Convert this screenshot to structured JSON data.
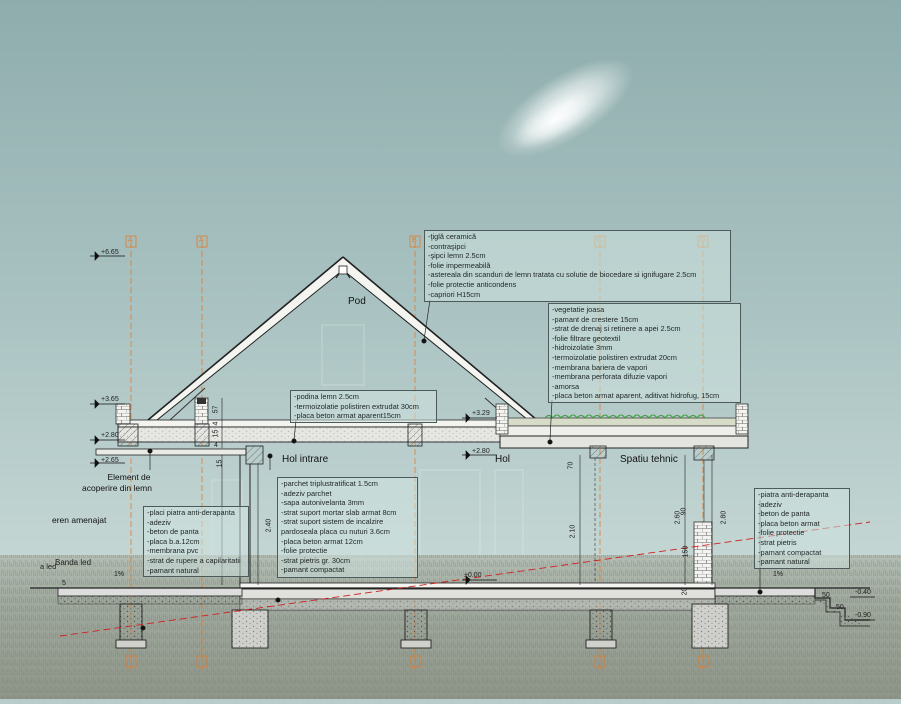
{
  "elevations": [
    "+6.65",
    "+3.65",
    "+2.80",
    "+2.65",
    "+3.29",
    "+2.80",
    "±0.00",
    "-0.40",
    "-0.90"
  ],
  "axes": [
    "A",
    "A",
    "B",
    "C",
    "D"
  ],
  "rooms": {
    "pod": "Pod",
    "hol_intrare": "Hol intrare",
    "hol": "Hol",
    "spatiu_tehnic": "Spatiu tehnic"
  },
  "labels": {
    "element_line1": "Element de",
    "element_line2": "acoperire din lemn",
    "teren": "eren amenajat",
    "banda_led": "Banda led",
    "a_led": "a led",
    "slope_left": "1%",
    "slope_right": "1%"
  },
  "dims": [
    "57",
    "15",
    "4",
    "15",
    "2.40",
    "70",
    "2.10",
    "2.60",
    "2.80",
    "50",
    "50",
    "90",
    "150",
    "20",
    "5",
    "4"
  ],
  "notes": {
    "roof": [
      "-ţiglă ceramică",
      "-contraşipci",
      "-şipci lemn 2.5cm",
      "-folie impermeabilă",
      "-astereala din scanduri de lemn tratata cu solutie de biocedare si ignifugare 2.5cm",
      "-folie protectie anticondens",
      "-capriori H15cm"
    ],
    "green_roof": [
      "-vegetatie joasa",
      "-pamant de crestere 15cm",
      "-strat de drenaj si retinere a apei 2.5cm",
      "-folie filtrare geotextil",
      "-hidroizolatie 3mm",
      "-termoizolatie polistiren extrudat 20cm",
      "-membrana bariera de vapori",
      "-membrana perforata difuzie vapori",
      "-amorsa",
      "-placa beton armat aparent, aditivat hidrofug, 15cm"
    ],
    "attic_floor": [
      "-podina lemn 2.5cm",
      "-termoizolatie polistiren extrudat 30cm",
      "-placa beton armat aparent15cm"
    ],
    "interior_floor": [
      "-parchet triplustratificat 1.5cm",
      "-adeziv parchet",
      "-sapa autonivelanta 3mm",
      "-strat suport mortar slab armat 8cm",
      "-strat suport sistem de incalzire",
      "   pardoseala placa cu nuturi 3.6cm",
      "-placa beton armat 12cm",
      "-folie protectie",
      "-strat pietris gr. 30cm",
      "-pamant compactat"
    ],
    "left_terrace": [
      "-placi piatra anti-derapanta",
      "-adeziv",
      "-beton de panta",
      "-placa b.a.12cm",
      "-membrana pvc",
      "-strat de rupere a capilaritatii",
      "-pamant natural"
    ],
    "right_terrace": [
      "-piatra anti-derapanta",
      "-adeziv",
      "-beton de panta",
      "-placa beton armat",
      "-folie protectie",
      "-strat pietris",
      "-pamant compactat",
      "-pamant natural"
    ]
  }
}
